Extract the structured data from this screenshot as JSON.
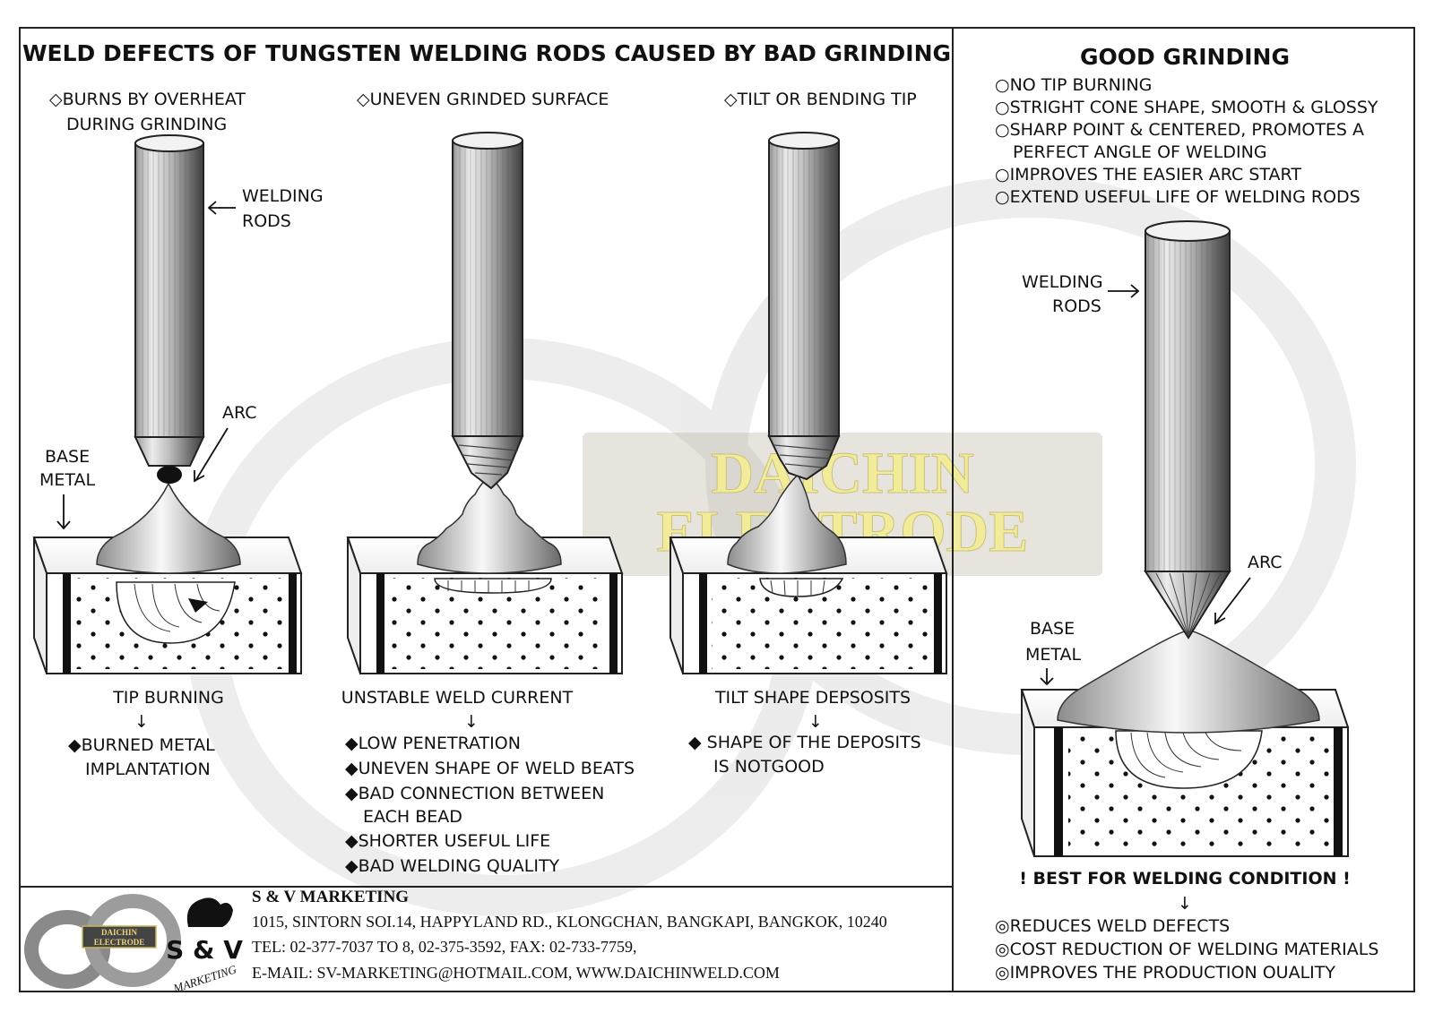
{
  "left_panel": {
    "title": "WELD DEFECTS OF TUNGSTEN WELDING RODS CAUSED BY BAD GRINDING",
    "defects": [
      {
        "heading": [
          "◇BURNS BY OVERHEAT",
          "DURING GRINDING"
        ],
        "result": "TIP BURNING",
        "effects": [
          "◆BURNED METAL",
          "IMPLANTATION"
        ]
      },
      {
        "heading": [
          "◇UNEVEN GRINDED SURFACE"
        ],
        "result": "UNSTABLE WELD CURRENT",
        "effects": [
          "◆LOW PENETRATION",
          "◆UNEVEN SHAPE OF WELD BEATS",
          "◆BAD CONNECTION BETWEEN",
          "EACH BEAD",
          "◆SHORTER USEFUL LIFE",
          "◆BAD WELDING QUALITY"
        ]
      },
      {
        "heading": [
          "◇TILT OR BENDING TIP"
        ],
        "result": "TILT SHAPE DEPSOSITS",
        "effects": [
          "◆ SHAPE OF THE DEPOSITS",
          "IS NOTGOOD"
        ]
      }
    ],
    "labels": {
      "welding_rods": [
        "WELDING",
        "RODS"
      ],
      "arc": "ARC",
      "base_metal": [
        "BASE",
        "METAL"
      ]
    },
    "arrow_down": "↓"
  },
  "right_panel": {
    "title": "GOOD GRINDING",
    "benefits": [
      "○NO TIP BURNING",
      "○STRIGHT CONE SHAPE, SMOOTH & GLOSSY",
      "○SHARP POINT & CENTERED, PROMOTES A",
      "PERFECT ANGLE OF WELDING",
      "○IMPROVES THE EASIER ARC START",
      "○EXTEND USEFUL LIFE OF WELDING RODS"
    ],
    "labels": {
      "welding_rods": [
        "WELDING",
        "RODS"
      ],
      "arc": "ARC",
      "base_metal": [
        "BASE",
        "METAL"
      ]
    },
    "result": "! BEST FOR WELDING CONDITION !",
    "arrow_down": "↓",
    "outcomes": [
      "◎REDUCES WELD DEFECTS",
      "◎COST REDUCTION OF WELDING MATERIALS",
      "◎IMPROVES THE PRODUCTION OUALITY"
    ]
  },
  "watermark": [
    "DAICHIN",
    "ELECTRODE"
  ],
  "footer": {
    "company": "S & V  MARKETING",
    "address": "1015, SINTORN SOI.14, HAPPYLAND RD., KLONGCHAN, BANGKAPI, BANGKOK, 10240",
    "tel": "TEL: 02-377-7037 TO 8, 02-375-3592, FAX: 02-733-7759,",
    "email": "E-MAIL: SV-MARKETING@HOTMAIL.COM, WWW.DAICHINWELD.COM",
    "logo1_text": [
      "DAICHIN",
      "ELECTRODE"
    ],
    "logo2_text": "S & V",
    "logo2_sub": "MARKETING"
  },
  "colors": {
    "border": "#222222",
    "metal_light": "#f4f4f4",
    "metal_dark": "#7a7a7a",
    "watermark": "#f2ec9a"
  }
}
